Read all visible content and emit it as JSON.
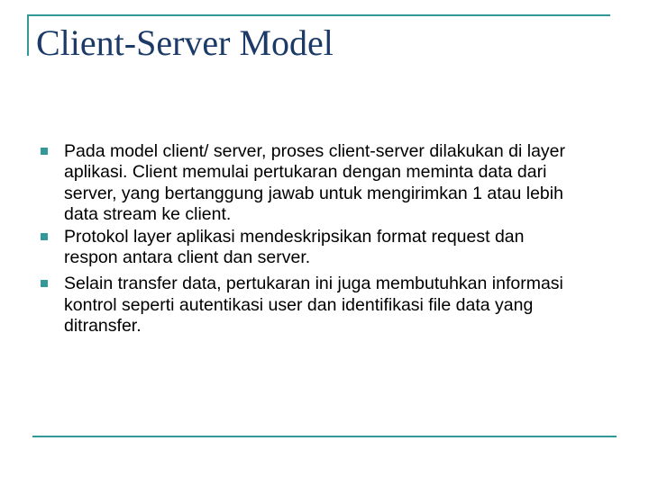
{
  "slide": {
    "title": "Client-Server Model",
    "bullets": [
      {
        "text": "Pada model client/ server, proses client-server dilakukan di layer\naplikasi. Client memulai pertukaran dengan meminta data dari\nserver, yang bertanggung jawab untuk mengirimkan 1 atau lebih\ndata stream ke client."
      },
      {
        "text": "Protokol layer aplikasi mendeskripsikan format request dan\nrespon antara client dan server."
      },
      {
        "text": "Selain transfer data, pertukaran ini juga membutuhkan informasi\nkontrol seperti autentikasi user dan identifikasi file data yang\nditransfer."
      }
    ],
    "colors": {
      "accent_teal": "#339898",
      "title_navy": "#1B3A68",
      "body_text": "#000000",
      "background": "#FFFFFF"
    }
  }
}
